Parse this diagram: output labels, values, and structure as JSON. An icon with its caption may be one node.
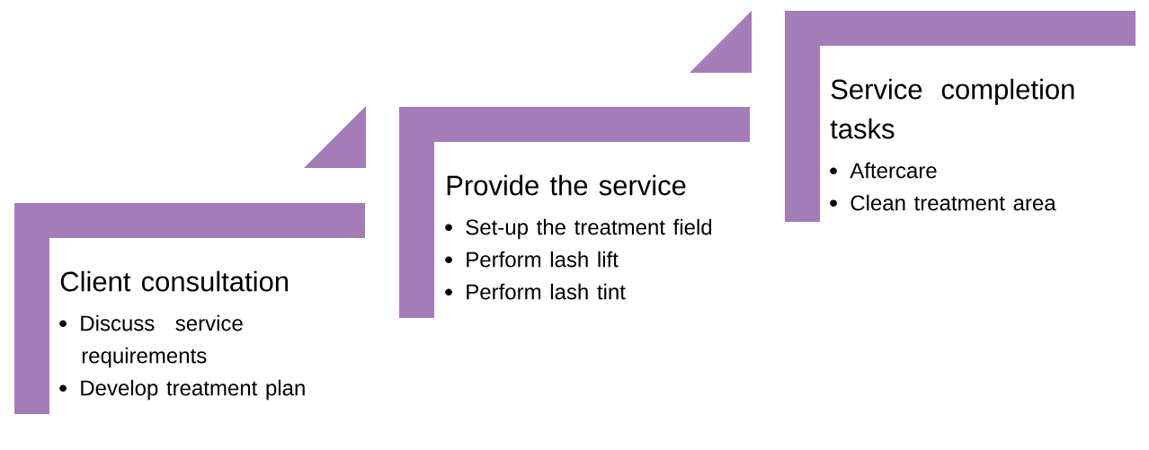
{
  "diagram": {
    "nodes": [
      {
        "text": [
          "Client consultation",
          "Discuss service requirements",
          "Develop treatment plan"
        ]
      },
      {
        "text": [
          "Provide the service",
          "Set-up the treatment field",
          "Perform lash lift",
          "Perform lash tint"
        ]
      },
      {
        "text": [
          "Service completion tasks",
          "Aftercare",
          "Clean treatment area"
        ]
      }
    ]
  }
}
